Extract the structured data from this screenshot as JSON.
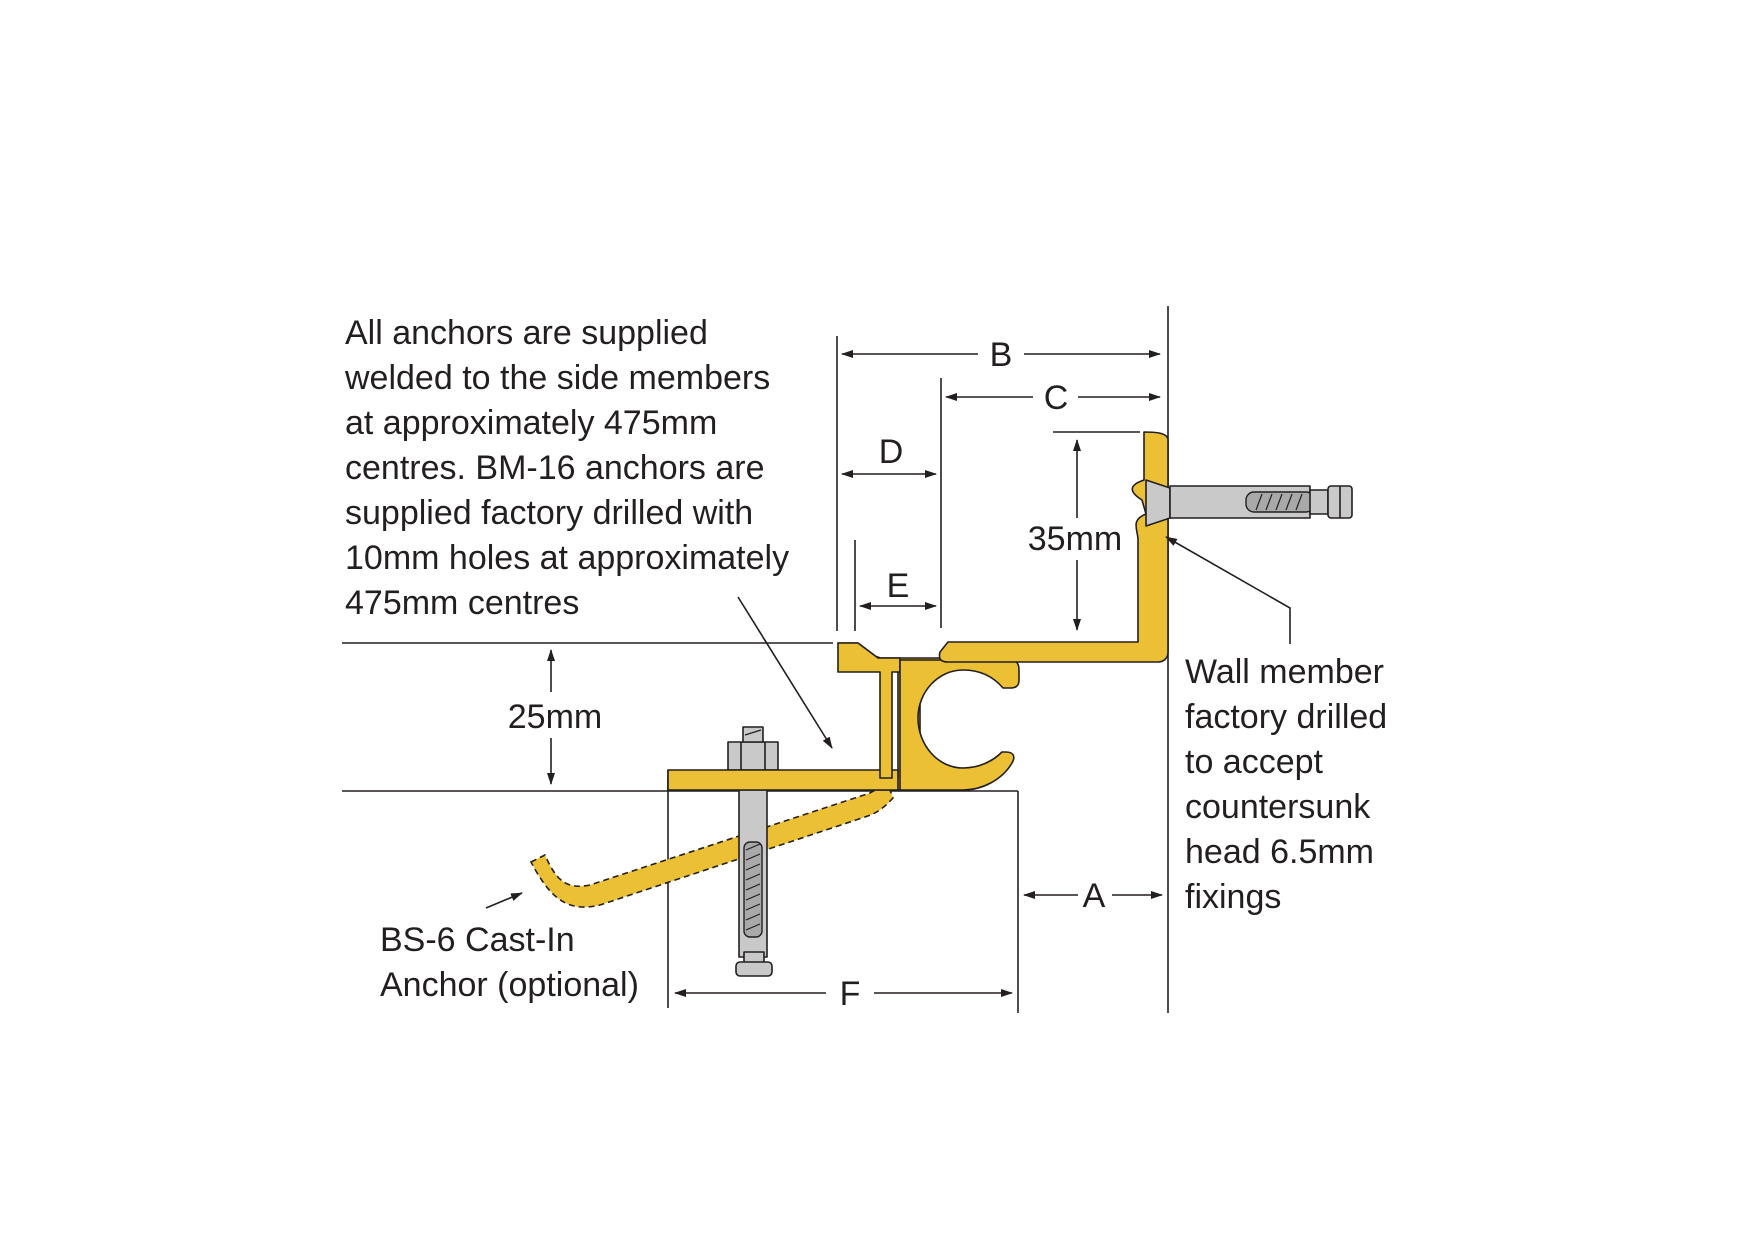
{
  "dimensions": {
    "a": "A",
    "b": "B",
    "c": "C",
    "d": "D",
    "e": "E",
    "f": "F",
    "depth_35": "35mm",
    "height_25": "25mm"
  },
  "notes": {
    "anchors": [
      "All anchors are supplied",
      "welded to the side members",
      "at approximately 475mm",
      "centres. BM-16 anchors are",
      "supplied factory drilled with",
      "10mm holes at approximately",
      "475mm centres"
    ],
    "wall_member": [
      "Wall member",
      "factory drilled",
      "to accept",
      "countersunk",
      "head 6.5mm",
      "fixings"
    ],
    "cast_in_anchor": [
      "BS-6 Cast-In",
      "Anchor (optional)"
    ]
  },
  "colors": {
    "profile": "#ebc035",
    "steel": "#c9c9c9",
    "line": "#231f20"
  }
}
